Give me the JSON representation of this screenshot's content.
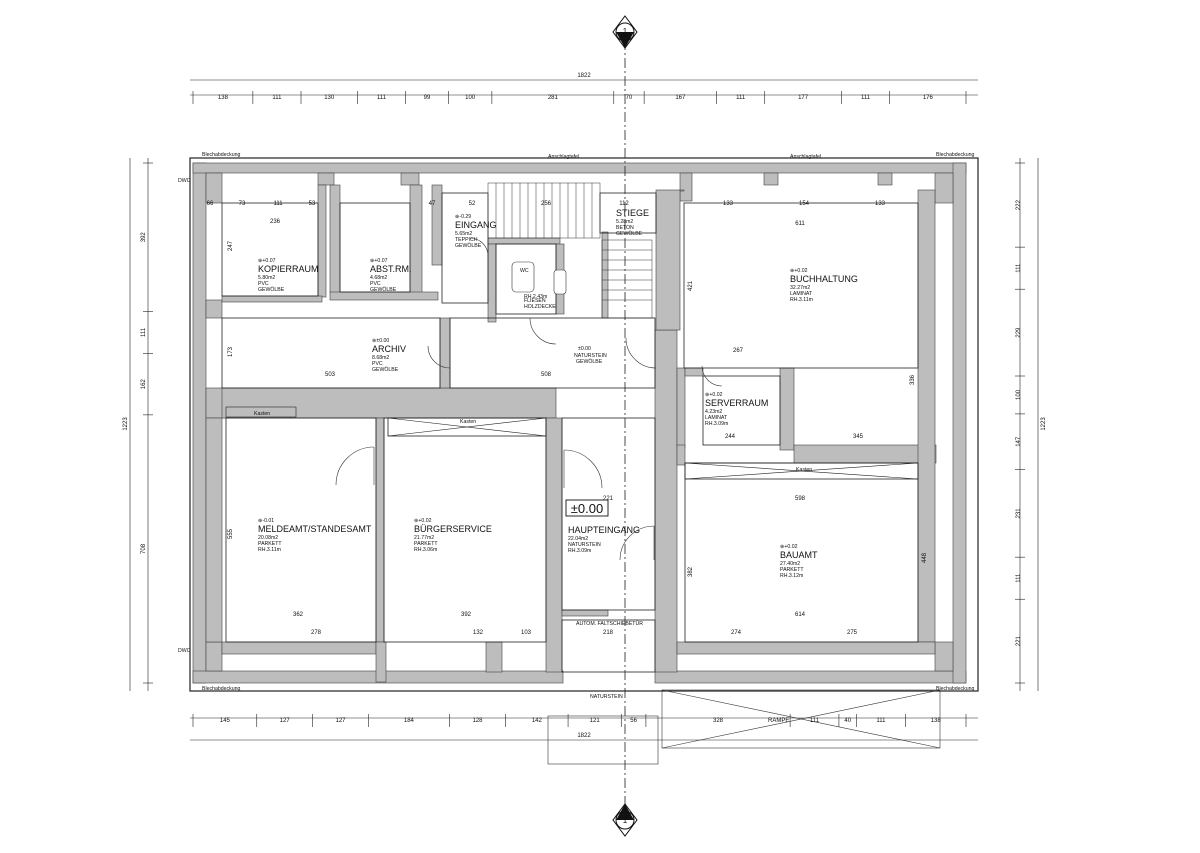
{
  "section_marker": "1",
  "overall_width": "1822",
  "overall_height": "1223",
  "top_dims": [
    "138",
    "111",
    "130",
    "111",
    "99",
    "100",
    "281",
    "70",
    "167",
    "111",
    "177",
    "111",
    "176"
  ],
  "bottom_dims": [
    "145",
    "127",
    "127",
    "184",
    "128",
    "142",
    "121",
    "56",
    "328",
    "111",
    "40",
    "111",
    "138"
  ],
  "left_dims": [
    "392",
    "111",
    "162",
    "708"
  ],
  "right_dims": [
    "222",
    "111",
    "229",
    "100",
    "147",
    "231",
    "111",
    "221"
  ],
  "ramp_label": "RAMPE",
  "entrance_level": "±0.00",
  "rooms": [
    {
      "name": "KOPIERRAUM",
      "level": "+0.07",
      "area": "5.80m2",
      "floor": "PVC",
      "extra": "GEWÖLBE"
    },
    {
      "name": "ABST.RM.",
      "level": "+0.07",
      "area": "4.68m2",
      "floor": "PVC",
      "extra": "GEWÖLBE"
    },
    {
      "name": "EINGANG",
      "level": "-0.29",
      "area": "5.65m2",
      "floor": "TEPPICH",
      "extra": "GEWÖLBE"
    },
    {
      "name": "STIEGE",
      "level": "",
      "area": "5.28m2",
      "floor": "BETON",
      "extra": "GEWÖLBE"
    },
    {
      "name": "ARCHIV",
      "level": "±0.00",
      "area": "8.68m2",
      "floor": "PVC",
      "extra": "GEWÖLBE"
    },
    {
      "name": "BUCHHALTUNG",
      "level": "+0.02",
      "area": "32.27m2",
      "floor": "LAMINAT",
      "extra": "RH.3.11m"
    },
    {
      "name": "SERVERRAUM",
      "level": "+0.02",
      "area": "4.23m2",
      "floor": "LAMINAT",
      "extra": "RH.3.09m"
    },
    {
      "name": "MELDEAMT/STANDESAMT",
      "level": "-0.01",
      "area": "20.08m2",
      "floor": "PARKETT",
      "extra": "RH.3.11m"
    },
    {
      "name": "BÜRGERSERVICE",
      "level": "+0.02",
      "area": "21.77m2",
      "floor": "PARKETT",
      "extra": "RH.3.06m"
    },
    {
      "name": "HAUPTEINGANG",
      "level": "",
      "area": "22.04m2",
      "floor": "NATURSTEIN",
      "extra": "RH.3.09m"
    },
    {
      "name": "BAUAMT",
      "level": "+0.02",
      "area": "27.40m2",
      "floor": "PARKETT",
      "extra": "RH.3.12m"
    }
  ],
  "small_labels": {
    "wc": "WC",
    "wc_floor": "FLIESEN",
    "wc_ceiling": "HOLZDECKE",
    "wc_rh": "RH.2.43m",
    "corridor_level": "±0.00",
    "corridor_floor": "NATURSTEIN",
    "corridor_extra": "GEWÖLBE",
    "kasten": "Kasten",
    "anschlag": "Anschlagtafel",
    "blech": "Blechabdeckung",
    "autom": "AUTOM. FALTSCHIEBETÜR",
    "natur": "NATURSTEIN",
    "dwc": "DWC"
  },
  "inner_dims": [
    "66",
    "73",
    "111",
    "53",
    "52",
    "47",
    "256",
    "112",
    "133",
    "154",
    "133",
    "236",
    "611",
    "267",
    "503",
    "508",
    "345",
    "244",
    "598",
    "362",
    "392",
    "221",
    "614",
    "278",
    "132",
    "103",
    "274",
    "275",
    "218",
    "421",
    "336",
    "555",
    "382",
    "448",
    "173",
    "247"
  ]
}
